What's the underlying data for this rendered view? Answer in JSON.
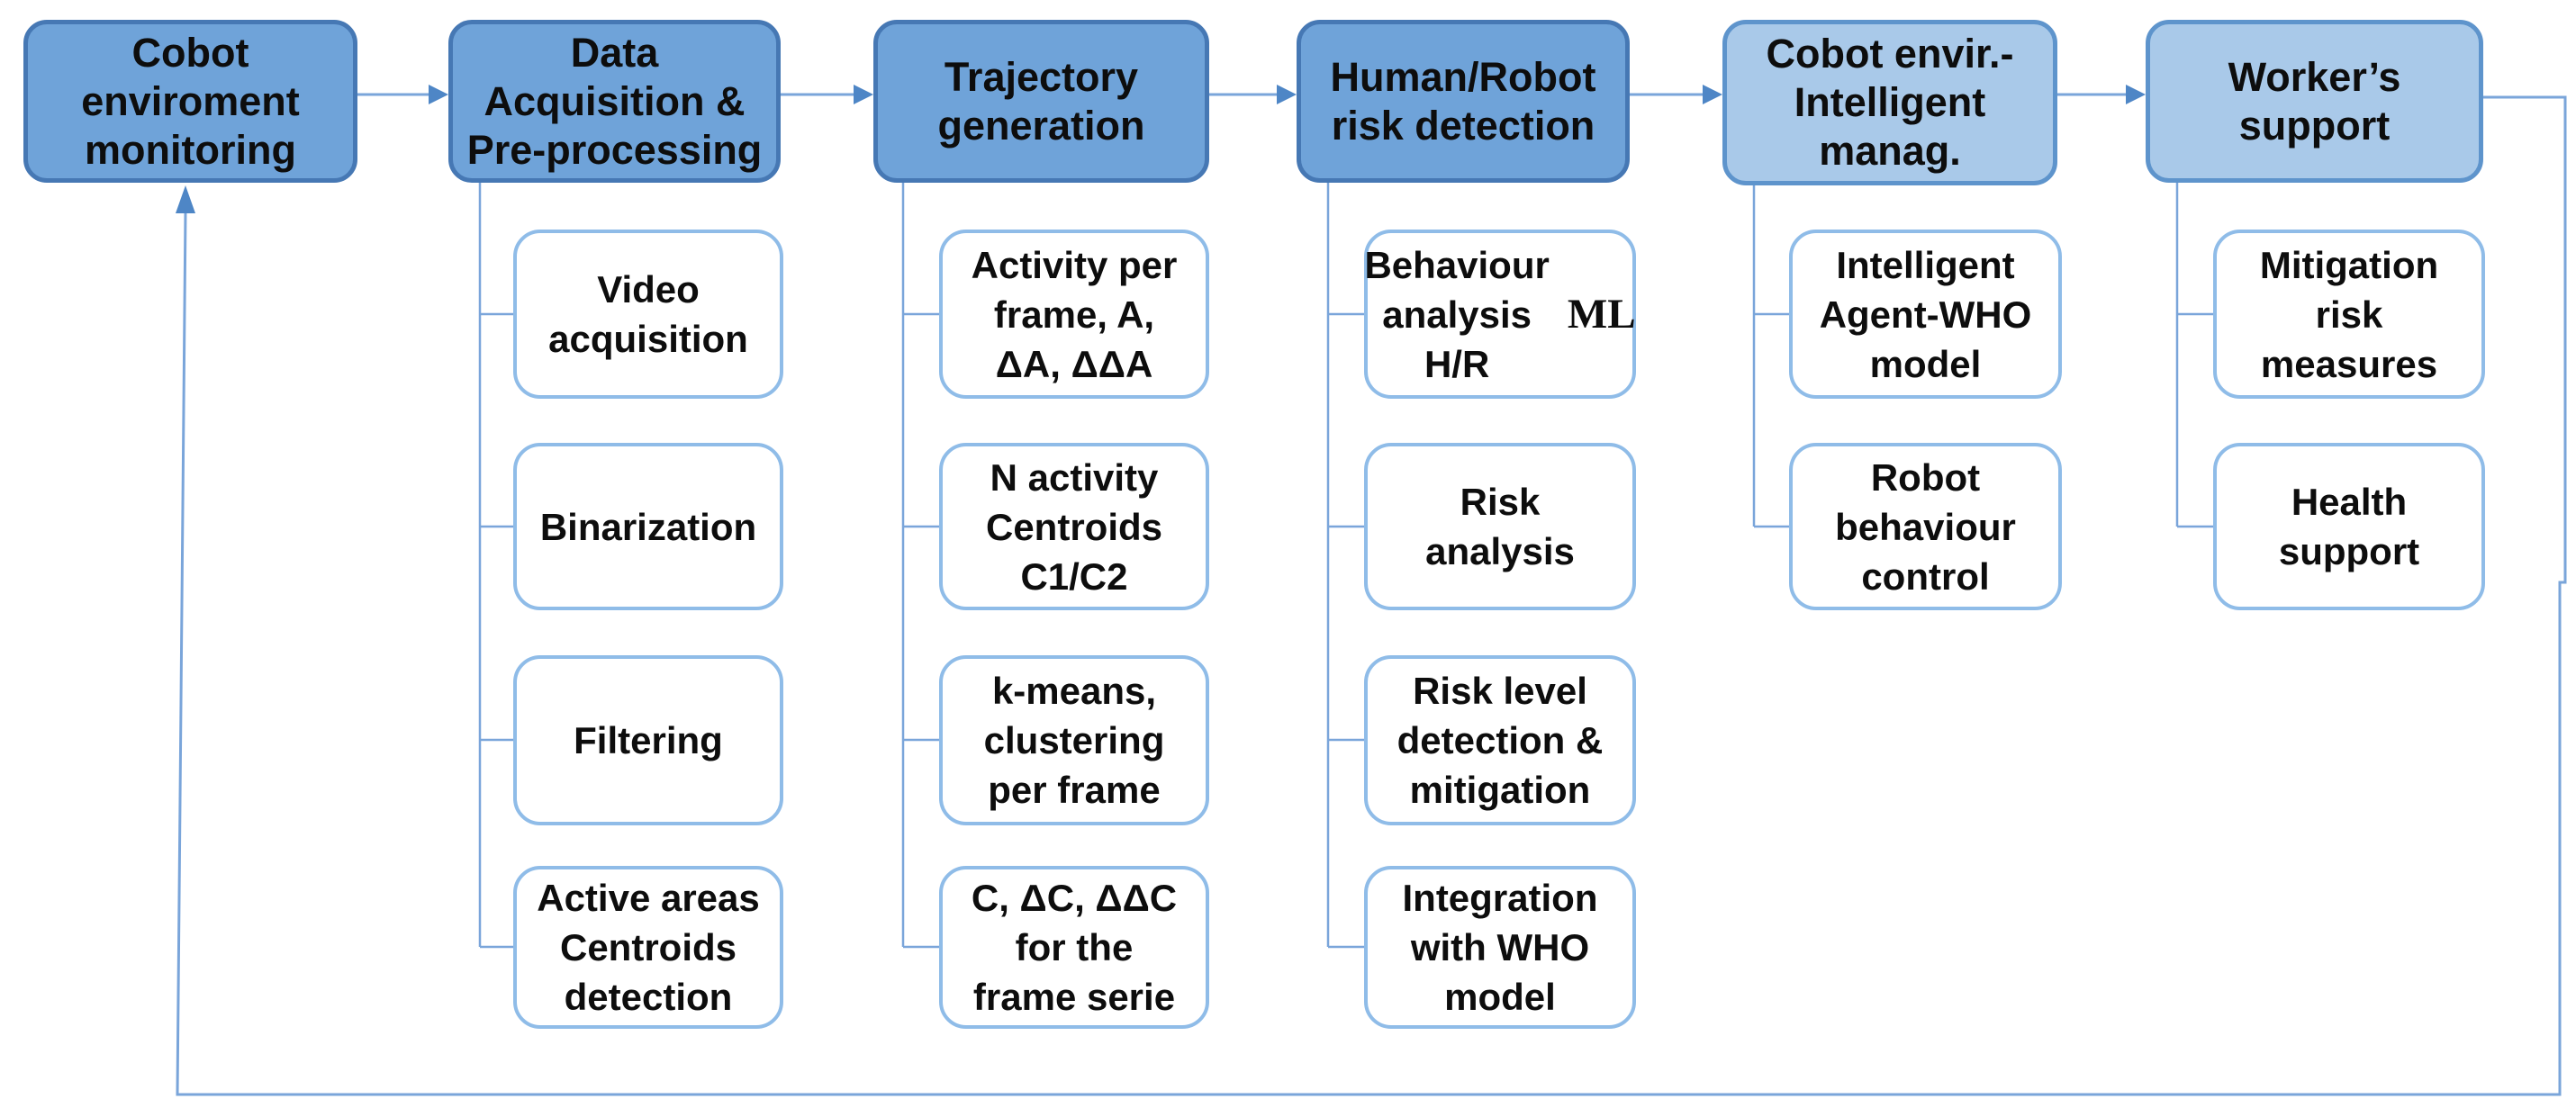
{
  "colors": {
    "stage-fill": "#6FA3D9",
    "stage-border": "#4678B4",
    "stage-fill-light": "#A9C9E9",
    "stage-border-light": "#5E94CC",
    "child-border": "#8FBCE8",
    "wire": "#7AA5DA",
    "arrow": "#4E86C6",
    "text": "#0D0D0D"
  },
  "stages": [
    {
      "label": "Cobot\nenviroment\nmonitoring",
      "children": []
    },
    {
      "label": "Data\nAcquisition &\nPre-processing",
      "children": [
        {
          "label": "Video\nacquisition"
        },
        {
          "label": "Binarization"
        },
        {
          "label": "Filtering"
        },
        {
          "label": "Active areas\nCentroids\ndetection"
        }
      ]
    },
    {
      "label": "Trajectory\ngeneration",
      "children": [
        {
          "label": "Activity per\nframe, A,\nΔA, ΔΔA"
        },
        {
          "label": "N activity\nCentroids\nC1/C2"
        },
        {
          "label": "k-means,\nclustering\nper frame"
        },
        {
          "label": "C, ΔC, ΔΔC\nfor the\nframe serie"
        }
      ]
    },
    {
      "label": "Human/Robot\nrisk detection",
      "children": [
        {
          "label": "Behaviour\nanalysis\nH/R",
          "ml_suffix": "ML"
        },
        {
          "label": "Risk\nanalysis"
        },
        {
          "label": "Risk level\ndetection &\nmitigation"
        },
        {
          "label": "Integration\nwith WHO\nmodel"
        }
      ]
    },
    {
      "label": "Cobot envir.-\nIntelligent\nmanag.",
      "children": [
        {
          "label": "Intelligent\nAgent-WHO\nmodel"
        },
        {
          "label": "Robot\nbehaviour\ncontrol"
        }
      ]
    },
    {
      "label": "Worker’s\nsupport",
      "children": [
        {
          "label": "Mitigation\nrisk\nmeasures"
        },
        {
          "label": "Health\nsupport"
        }
      ]
    }
  ]
}
